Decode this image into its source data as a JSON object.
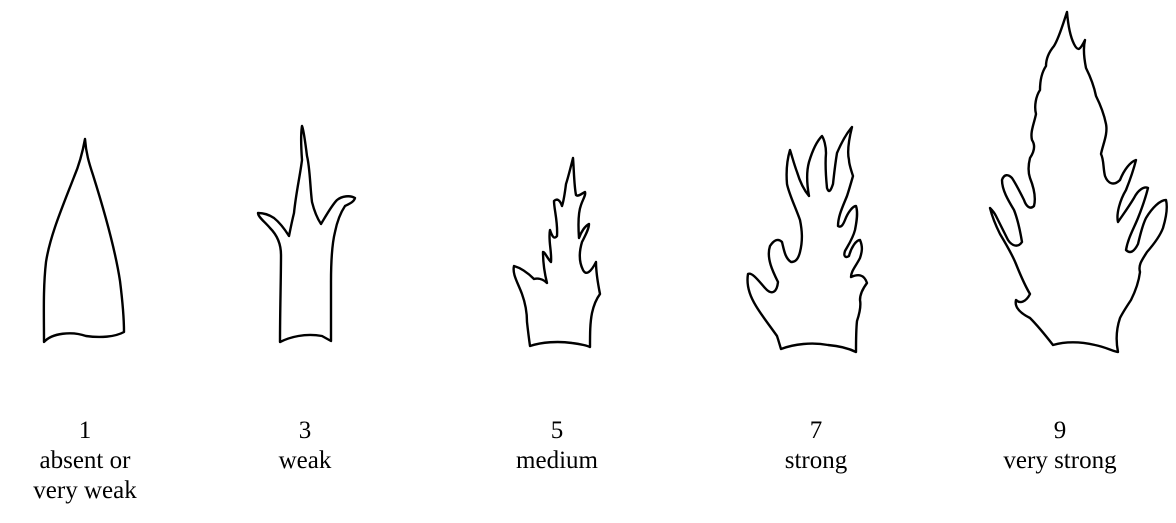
{
  "items": [
    {
      "number": "1",
      "caption_lines": [
        "absent or",
        "very weak"
      ]
    },
    {
      "number": "3",
      "caption_lines": [
        "weak"
      ]
    },
    {
      "number": "5",
      "caption_lines": [
        "medium"
      ]
    },
    {
      "number": "7",
      "caption_lines": [
        "strong"
      ]
    },
    {
      "number": "9",
      "caption_lines": [
        "very strong"
      ]
    }
  ]
}
